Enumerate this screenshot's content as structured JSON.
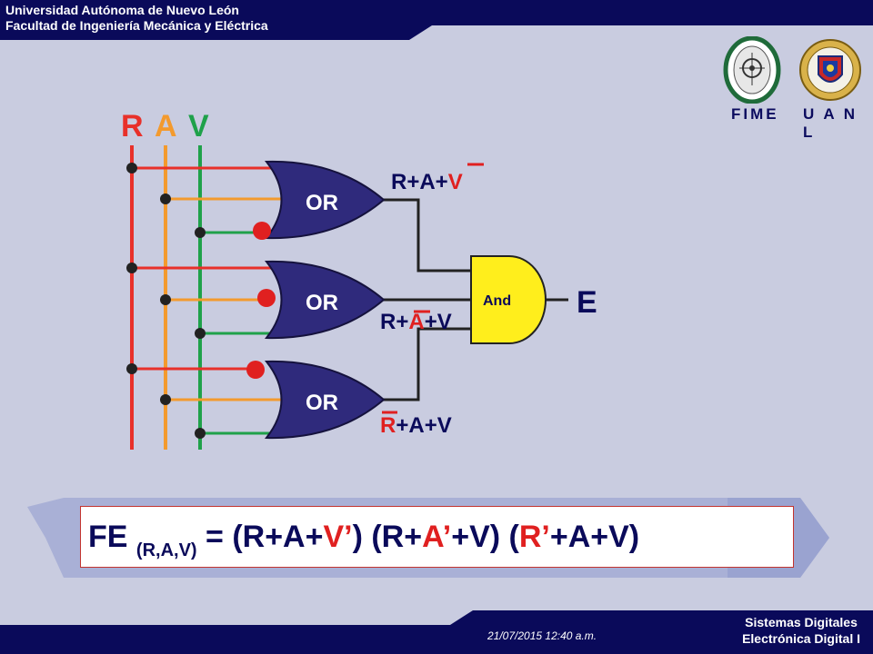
{
  "header": {
    "university": "Universidad Autónoma de Nuevo León",
    "faculty": "Facultad de Ingeniería Mecánica y Eléctrica"
  },
  "logos": {
    "fime": "FIME",
    "uanl": "U A N L"
  },
  "diagram": {
    "inputs": [
      "R",
      "A",
      "V"
    ],
    "input_colors": [
      "#e8302a",
      "#f39a2e",
      "#1fa14a"
    ],
    "gates": [
      {
        "type": "OR",
        "output_label_prefix": "R+A+",
        "output_label_complement": "V",
        "output_label_suffix": ""
      },
      {
        "type": "OR",
        "output_label_prefix": "R+",
        "output_label_complement": "A",
        "output_label_suffix": "+V"
      },
      {
        "type": "OR",
        "output_label_prefix": "",
        "output_label_complement": "R",
        "output_label_suffix": "+A+V"
      }
    ],
    "and_gate": "And",
    "output": "E"
  },
  "formula": {
    "fe": "FE",
    "args": "(R,A,V)",
    "eq": " = (R+A+",
    "v1": "V’",
    "mid1": ") (R+",
    "a2": "A’",
    "mid2": "+V) (",
    "r3": "R’",
    "tail": "+A+V)"
  },
  "footer": {
    "datestamp": "21/07/2015 12:40 a.m.",
    "course_line1": "Sistemas Digitales",
    "course_line2": "Electrónica Digital I"
  },
  "colors": {
    "navy": "#0a0a5a",
    "gate_fill": "#2f2a7c",
    "and_fill": "#ffee1c",
    "background": "#c9cce0"
  }
}
